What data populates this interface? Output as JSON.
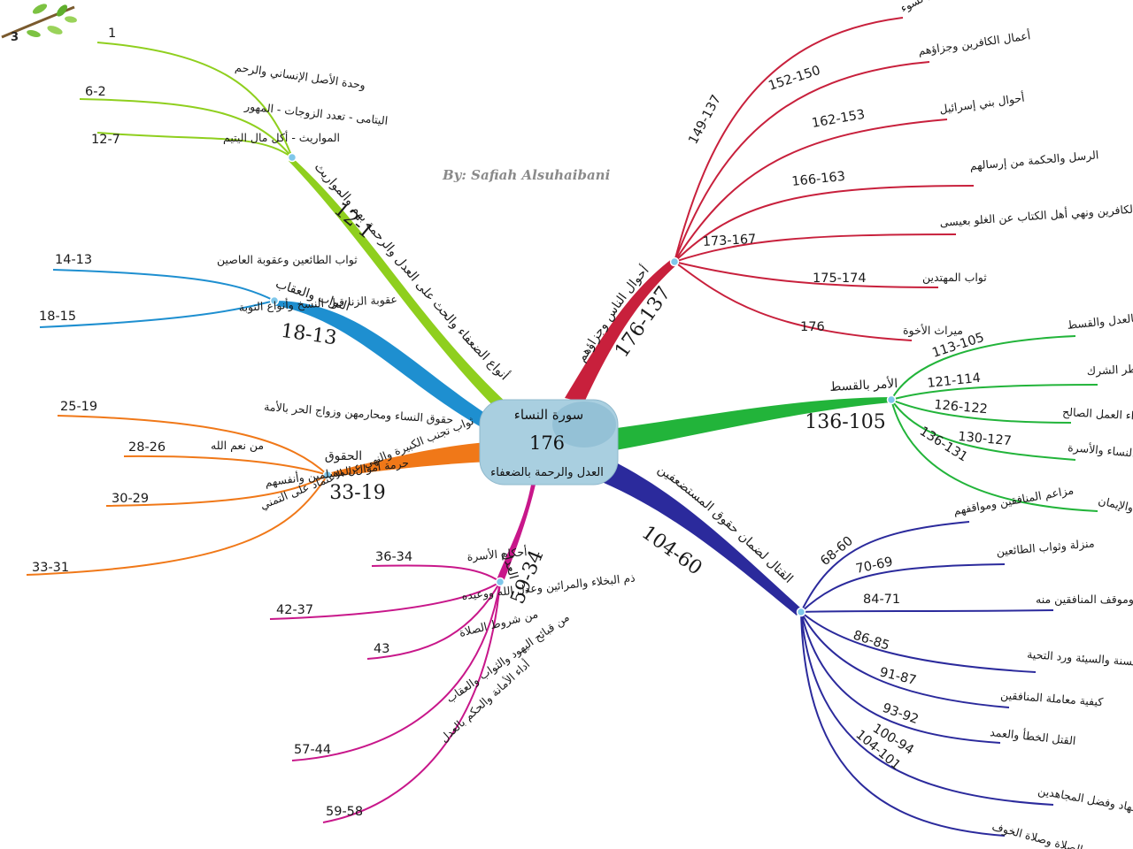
{
  "page_number": "3",
  "author": "By: Safiah Alsuhaibani",
  "center": {
    "title": "سورة النساء",
    "number": "176",
    "subtitle": "العدل والرحمة بالضعفاء"
  },
  "colors": {
    "green": "#8fcf1e",
    "blue": "#1e8fd0",
    "orange": "#f07818",
    "magenta": "#c8178a",
    "red": "#c8203c",
    "dgreen": "#22b43a",
    "navy": "#2b2a9c",
    "center_fill": "#a9cfe0"
  },
  "branches": {
    "green": {
      "label": "أنواع الضعفاء والحث على العدل والرحمة بهم والمواريث",
      "range": "12-1",
      "items": [
        {
          "text": "وحدة الأصل الإنساني والرحم",
          "range": "1"
        },
        {
          "text": "اليتامى - تعدد الزوجات - المهور",
          "range": "6-2"
        },
        {
          "text": "المواريث - أكل مال اليتيم",
          "range": "12-7"
        }
      ]
    },
    "blue": {
      "label": "الثواب والعقاب",
      "range": "18-13",
      "items": [
        {
          "text": "ثواب الطائعين وعقوبة العاصين",
          "range": "14-13"
        },
        {
          "text": "عقوبة الزنا قبل النسخ وأنواع التوبة",
          "range": "18-15"
        }
      ]
    },
    "orange": {
      "label": "الحقوق",
      "range": "33-19",
      "items": [
        {
          "text": "حقوق النساء ومحارمهن وزواج الحر بالأمة",
          "range": "25-19"
        },
        {
          "text": "من نعم الله",
          "range": "28-26"
        },
        {
          "text": "حرمة أموال المسلمين وأنفسهم",
          "range": "30-29"
        },
        {
          "text": "ثواب تجنب الكبيرة والنهي عن الاعتماد على التمني",
          "range": "33-31"
        }
      ]
    },
    "magenta": {
      "label": "العدل",
      "range": "59-34",
      "items": [
        {
          "text": "أحكام الأسرة",
          "range": "36-34"
        },
        {
          "text": "ذم البخلاء والمرائين وعدل الله ووعيده",
          "range": "42-37"
        },
        {
          "text": "من شروط الصلاة",
          "range": "43"
        },
        {
          "text": "من قبائح اليهود والثواب والعقاب",
          "range": "57-44"
        },
        {
          "text": "أداء الأمانة والحكم بالعدل",
          "range": "59-58"
        }
      ]
    },
    "red": {
      "label": "أحوال الناس وجزاؤهم",
      "range": "176-137",
      "items": [
        {
          "text": "خصائص المنافقين والنهي عن الجهر بالسوء",
          "range": "149-137"
        },
        {
          "text": "أعمال الكافرين وجزاؤهم",
          "range": "152-150"
        },
        {
          "text": "أحوال بني إسرائيل",
          "range": "162-153"
        },
        {
          "text": "الرسل والحكمة من إرسالهم",
          "range": "166-163"
        },
        {
          "text": "جزاء الكافرين ونهي أهل الكتاب عن الغلو بعيسى",
          "range": "173-167"
        },
        {
          "text": "ثواب المهتدين",
          "range": "175-174"
        },
        {
          "text": "ميراث الأخوة",
          "range": "176"
        }
      ]
    },
    "dgreen": {
      "label": "الأمر بالقسط",
      "range": "136-105",
      "items": [
        {
          "text": "الأمر بالعدل والقسط",
          "range": "113-105"
        },
        {
          "text": "زلات اللسان وخطر الشرك",
          "range": "121-114"
        },
        {
          "text": "جزاء العمل الصالح",
          "range": "126-122"
        },
        {
          "text": "النساء والأسرة",
          "range": "130-127"
        },
        {
          "text": "توحيد الله والأمر بالقسط والإيمان",
          "range": "136-131"
        }
      ]
    },
    "navy": {
      "label": "القتال لضمان حقوق المستضعفين",
      "range": "104-60",
      "items": [
        {
          "text": "مزاعم المنافقين ومواقفهم",
          "range": "68-60"
        },
        {
          "text": "منزلة وثواب الطائعين",
          "range": "70-69"
        },
        {
          "text": "قواعد الجهاد وموقف المنافقين منه",
          "range": "84-71"
        },
        {
          "text": "الشفاعة الحسنة والسيئة ورد التحية",
          "range": "86-85"
        },
        {
          "text": "كيفية معاملة المنافقين",
          "range": "91-87"
        },
        {
          "text": "القتل الخطأ والعمد",
          "range": "93-92"
        },
        {
          "text": "الحث على الجهاد وفضل المجاهدين",
          "range": "100-94"
        },
        {
          "text": "قصر الصلاة وصلاة الخوف",
          "range": "104-101"
        }
      ]
    }
  }
}
